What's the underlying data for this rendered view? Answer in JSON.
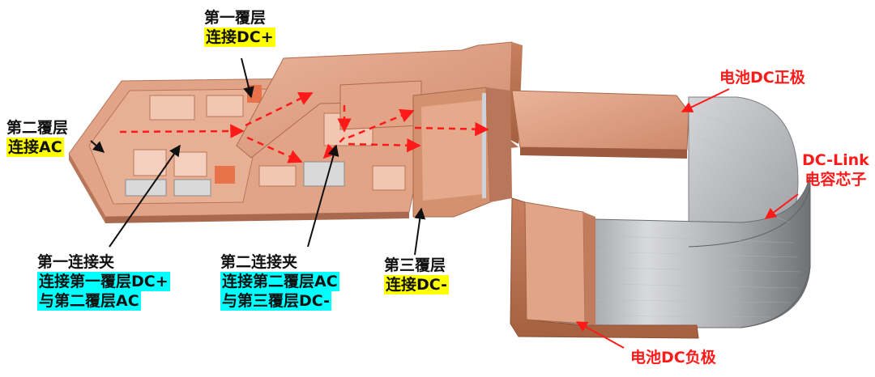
{
  "labels": {
    "layer1": {
      "title": "第一覆层",
      "note": "连接DC+"
    },
    "layer2": {
      "title": "第二覆层",
      "note": "连接AC"
    },
    "layer3": {
      "title": "第三覆层",
      "note": "连接DC-"
    },
    "clip1": {
      "title": "第一连接夹",
      "note_line1": "连接第一覆层DC+",
      "note_line2": "与第二覆层AC"
    },
    "clip2": {
      "title": "第二连接夹",
      "note_line1": "连接第二覆层AC",
      "note_line2": "与第三覆层DC-"
    },
    "battery_pos": "电池DC正极",
    "battery_neg": "电池DC负极",
    "capacitor_line1": "DC-Link",
    "capacitor_line2": "电容芯子"
  },
  "colors": {
    "copper": "#d99a7c",
    "copper_dark": "#b86e50",
    "highlight_yellow": "#ffff00",
    "highlight_cyan": "#00ffff",
    "arrow_red": "#ff1a1a"
  }
}
